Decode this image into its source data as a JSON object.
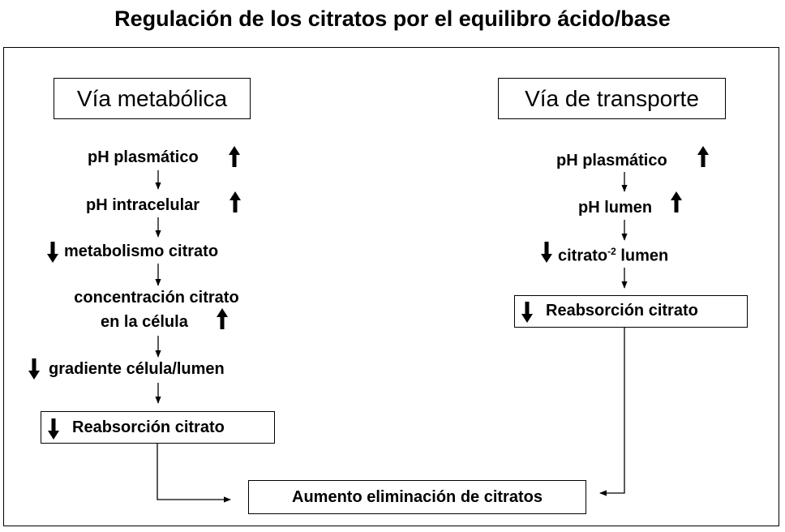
{
  "title": "Regulación de los citratos por el equilibro ácido/base",
  "left": {
    "heading": "Vía metabólica",
    "step1": "pH plasmático",
    "step2": "pH intracelular",
    "step3": "metabolismo citrato",
    "step4_line1": "concentración citrato",
    "step4_line2": "en la célula",
    "step5": "gradiente célula/lumen",
    "result": "Reabsorción citrato"
  },
  "right": {
    "heading": "Vía de transporte",
    "step1": "pH plasmático",
    "step2": "pH lumen",
    "step3_base": "citrato",
    "step3_sup": "-2",
    "step3_rest": " lumen",
    "result": "Reabsorción citrato"
  },
  "outcome": "Aumento eliminación de citratos",
  "icons": {
    "up": "bold-up-arrow-icon",
    "down": "bold-down-arrow-icon"
  }
}
